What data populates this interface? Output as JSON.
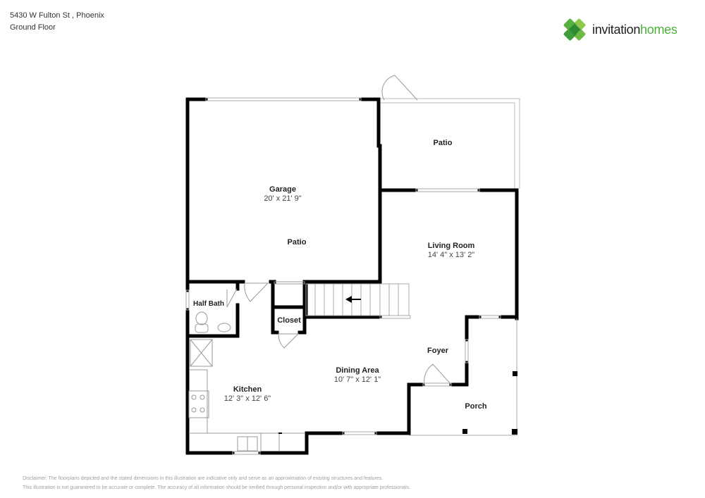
{
  "header": {
    "address": "5430 W Fulton St , Phoenix",
    "floor": "Ground Floor"
  },
  "logo": {
    "icon": "clover-logo-icon",
    "word1": "invitation",
    "word2": "homes",
    "brand_color": "#4caf3a"
  },
  "rooms": {
    "patio_top": {
      "name": "Patio"
    },
    "garage": {
      "name": "Garage",
      "dims": "20' x 21' 9\""
    },
    "patio_garage": {
      "name": "Patio"
    },
    "living_room": {
      "name": "Living Room",
      "dims": "14' 4\" x 13' 2\""
    },
    "half_bath": {
      "name": "Half Bath"
    },
    "closet": {
      "name": "Closet"
    },
    "foyer": {
      "name": "Foyer"
    },
    "dining_area": {
      "name": "Dining Area",
      "dims": "10' 7\" x 12' 1\""
    },
    "kitchen": {
      "name": "Kitchen",
      "dims": "12' 3\" x 12' 6\""
    },
    "porch": {
      "name": "Porch"
    }
  },
  "disclaimer": {
    "line1": "Disclaimer: The floorplans depicted and the stated dimensions in this illustration are indicative only and serve as an approximation of existing structures and features.",
    "line2": "This illustration is not guaranteed to be accurate or complete. The accuracy of all information should be verified through personal inspection and/or with appropriate professionals."
  }
}
